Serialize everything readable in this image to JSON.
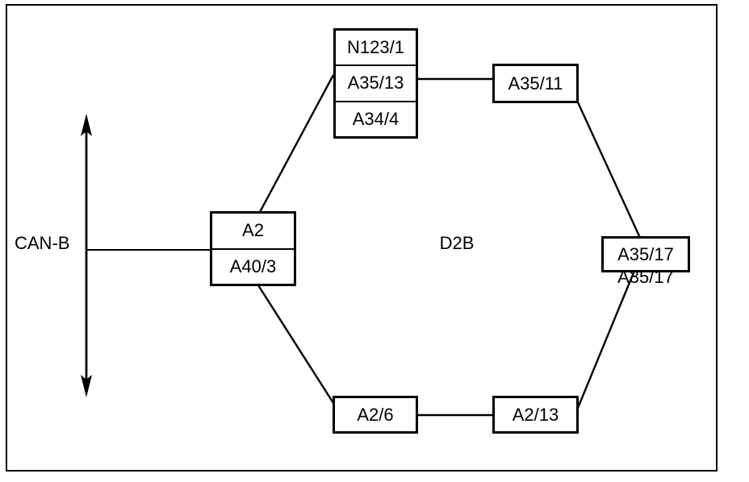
{
  "colors": {
    "line": "#000000",
    "background": "#ffffff"
  },
  "diagram": {
    "bus": {
      "label": "CAN-B"
    },
    "ring_label": "D2B",
    "nodes": {
      "left_box": {
        "cells": [
          "A2",
          "A40/3"
        ]
      },
      "top_box": {
        "cells": [
          "N123/1",
          "A35/13",
          "A34/4"
        ]
      },
      "top_right_box": {
        "label": "A35/11"
      },
      "right_box": {
        "label": "A35/17",
        "shadow_label": "A35/17"
      },
      "bottom_left_box": {
        "label": "A2/6"
      },
      "bottom_right_box": {
        "label": "A2/13"
      }
    }
  }
}
